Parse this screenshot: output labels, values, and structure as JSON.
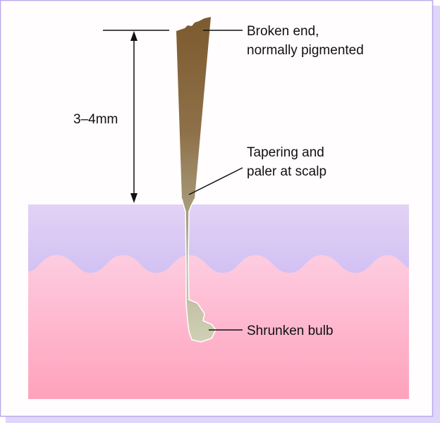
{
  "labels": {
    "broken_end": [
      "Broken end,",
      "normally pigmented"
    ],
    "tapering": [
      "Tapering and",
      "paler at scalp"
    ],
    "bulb": "Shrunken bulb",
    "length": "3–4mm"
  },
  "colors": {
    "epidermis_top": "#e2d2f5",
    "epidermis_bottom": "#b9a6f0",
    "dermis_top": "#fdc8dc",
    "dermis_bottom": "#ffa3bd",
    "hair_dark": "#7d5a2f",
    "hair_pale": "#c9c9ae",
    "bulb": "#a9a58f",
    "frame": "#b9a7ee"
  }
}
